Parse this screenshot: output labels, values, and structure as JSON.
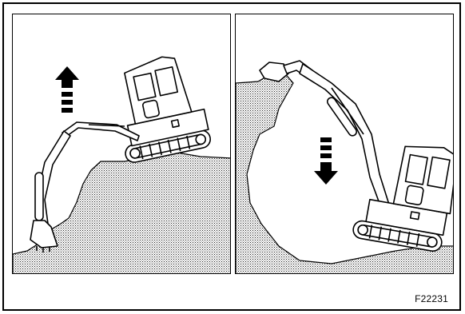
{
  "figure": {
    "code": "F22231",
    "panels": [
      {
        "name": "left",
        "arrow_direction": "up",
        "subject": "excavator-climbing-slope",
        "terrain": "rock-mound"
      },
      {
        "name": "right",
        "arrow_direction": "down",
        "subject": "excavator-descending-slope",
        "terrain": "rock-cliff"
      }
    ],
    "colors": {
      "line": "#000000",
      "background": "#ffffff",
      "terrain_fill": "#000000"
    }
  }
}
